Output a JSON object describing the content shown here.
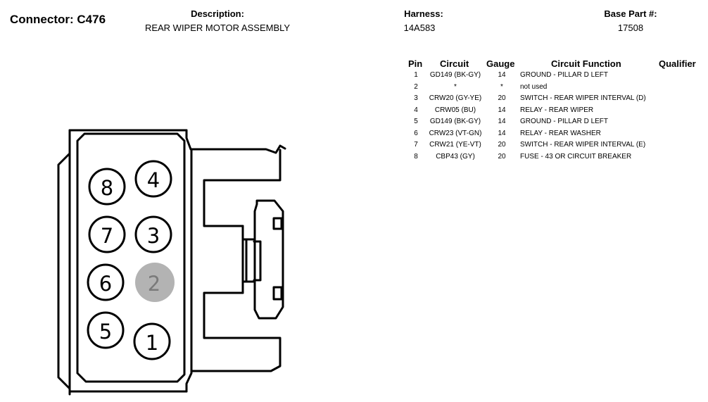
{
  "connector": {
    "label": "Connector:",
    "id": "C476"
  },
  "description": {
    "label": "Description:",
    "value": "REAR WIPER MOTOR ASSEMBLY"
  },
  "harness": {
    "label": "Harness:",
    "value": "14A583"
  },
  "base_part": {
    "label": "Base Part #:",
    "value": "17508"
  },
  "table": {
    "headers": {
      "pin": "Pin",
      "circuit": "Circuit",
      "gauge": "Gauge",
      "function": "Circuit Function",
      "qualifier": "Qualifier"
    },
    "rows": [
      {
        "pin": "1",
        "circuit": "GD149 (BK-GY)",
        "gauge": "14",
        "function": "GROUND - PILLAR D LEFT",
        "qualifier": ""
      },
      {
        "pin": "2",
        "circuit": "*",
        "gauge": "*",
        "function": "not used",
        "qualifier": ""
      },
      {
        "pin": "3",
        "circuit": "CRW20 (GY-YE)",
        "gauge": "20",
        "function": "SWITCH - REAR WIPER INTERVAL (D)",
        "qualifier": ""
      },
      {
        "pin": "4",
        "circuit": "CRW05 (BU)",
        "gauge": "14",
        "function": "RELAY - REAR WIPER",
        "qualifier": ""
      },
      {
        "pin": "5",
        "circuit": "GD149 (BK-GY)",
        "gauge": "14",
        "function": "GROUND - PILLAR D LEFT",
        "qualifier": ""
      },
      {
        "pin": "6",
        "circuit": "CRW23 (VT-GN)",
        "gauge": "14",
        "function": "RELAY - REAR WASHER",
        "qualifier": ""
      },
      {
        "pin": "7",
        "circuit": "CRW21 (YE-VT)",
        "gauge": "20",
        "function": "SWITCH - REAR WIPER INTERVAL (E)",
        "qualifier": ""
      },
      {
        "pin": "8",
        "circuit": "CBP43 (GY)",
        "gauge": "20",
        "function": "FUSE - 43 OR CIRCUIT BREAKER",
        "qualifier": ""
      }
    ]
  },
  "diagram": {
    "pins": [
      {
        "label": "8",
        "used": true
      },
      {
        "label": "4",
        "used": true
      },
      {
        "label": "7",
        "used": true
      },
      {
        "label": "3",
        "used": true
      },
      {
        "label": "6",
        "used": true
      },
      {
        "label": "2",
        "used": false
      },
      {
        "label": "5",
        "used": true
      },
      {
        "label": "1",
        "used": true
      }
    ],
    "colors": {
      "outline": "#000000",
      "unused_fill": "#b3b3b3",
      "unused_text": "#7a7a7a"
    }
  }
}
